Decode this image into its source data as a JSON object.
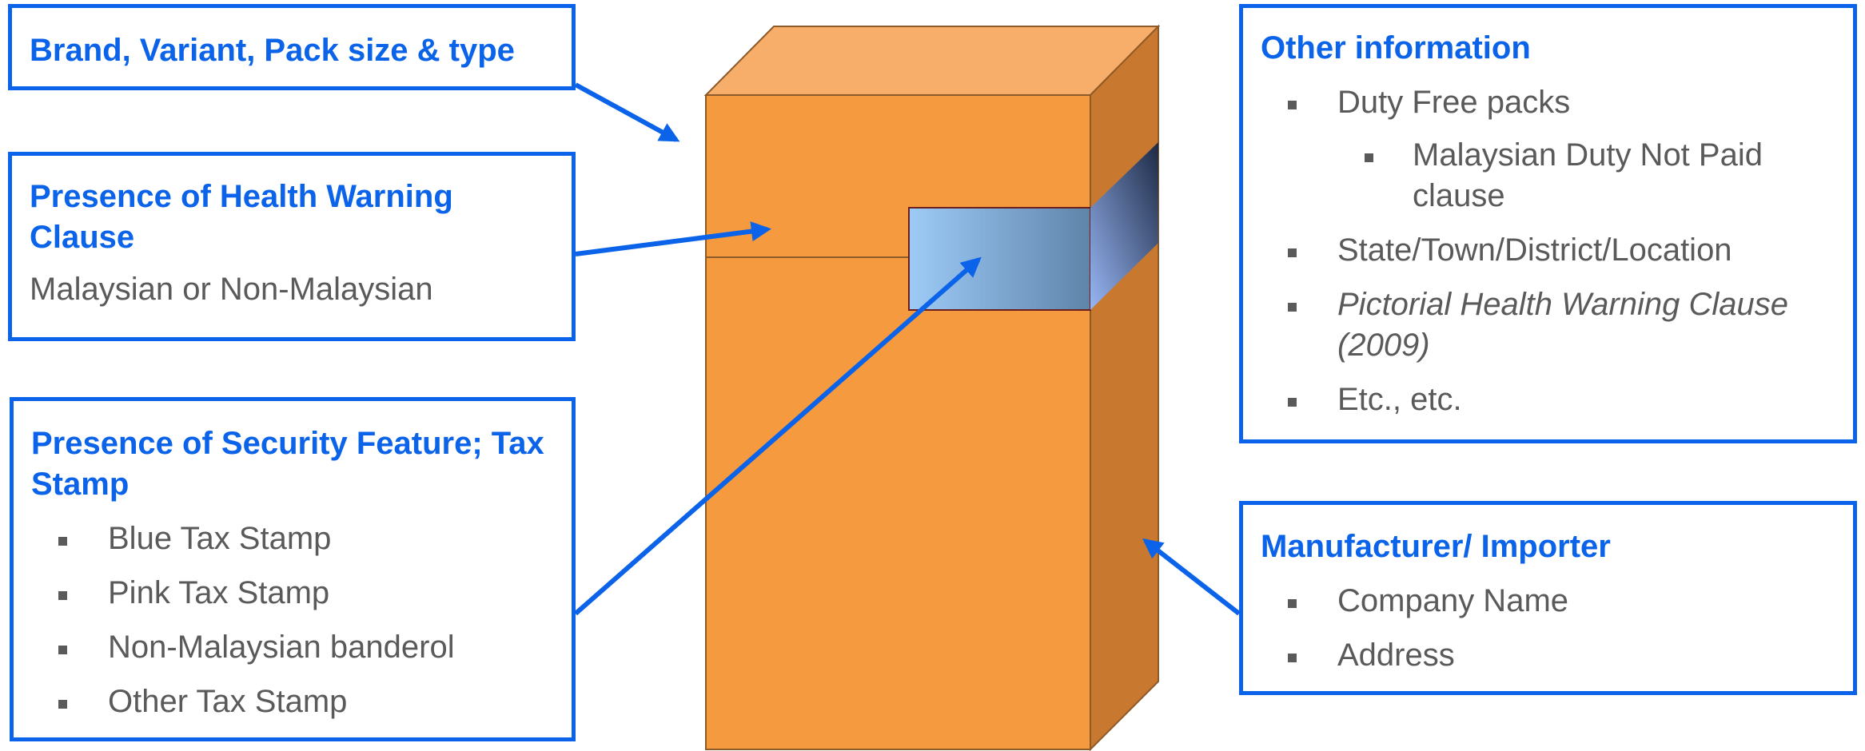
{
  "boxes": {
    "brand": {
      "title": "Brand, Variant, Pack size & type"
    },
    "health": {
      "title": "Presence of Health Warning Clause",
      "text": "Malaysian or Non-Malaysian"
    },
    "security": {
      "title": "Presence of Security Feature; Tax Stamp",
      "items": [
        "Blue Tax Stamp",
        "Pink Tax Stamp",
        "Non-Malaysian banderol",
        "Other Tax Stamp"
      ]
    },
    "other": {
      "title": "Other information",
      "items": [
        "Duty Free packs",
        "State/Town/District/Location",
        "Pictorial Health Warning Clause (2009)",
        "Etc., etc."
      ],
      "sub_items": [
        "Malaysian Duty Not Paid clause"
      ]
    },
    "manufacturer": {
      "title": "Manufacturer/ Importer",
      "items": [
        "Company Name",
        "Address"
      ]
    }
  },
  "colors": {
    "accent": "#0a63e8",
    "text_grey": "#5a5a5a",
    "pack_front": "#f59a3f",
    "pack_top": "#f7ae6a",
    "pack_side": "#c8782f"
  }
}
